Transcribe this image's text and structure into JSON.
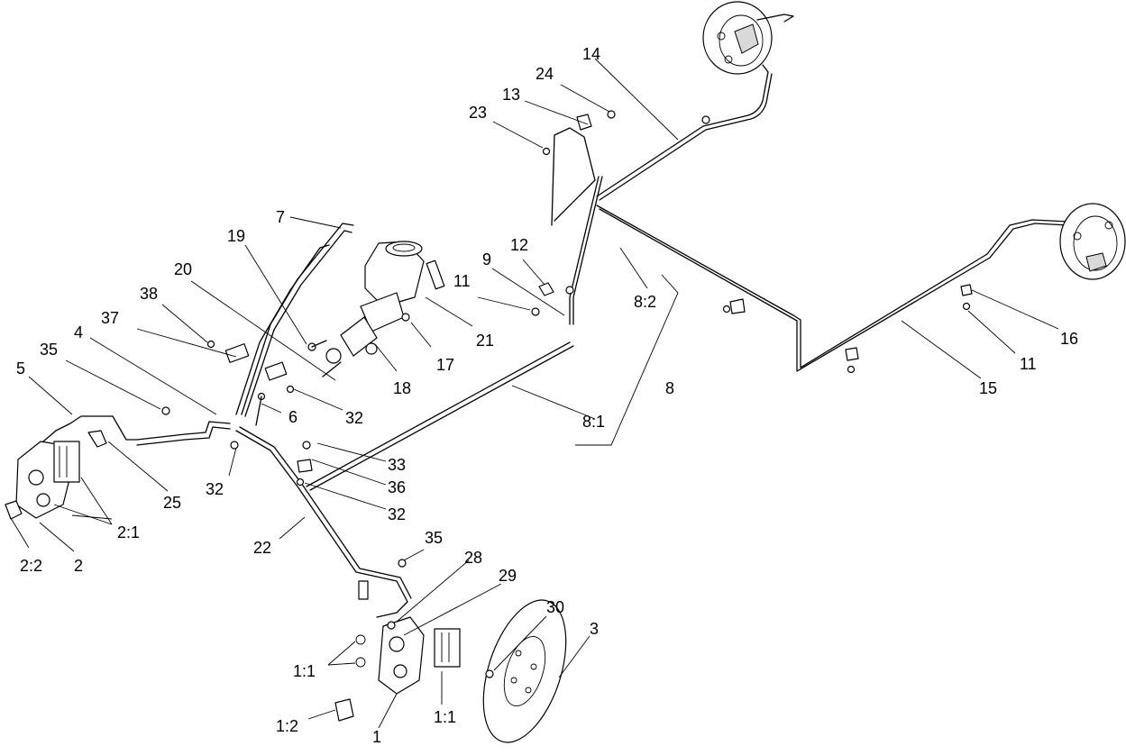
{
  "callouts": [
    {
      "id": "c14",
      "text": "14"
    },
    {
      "id": "c24",
      "text": "24"
    },
    {
      "id": "c13",
      "text": "13"
    },
    {
      "id": "c23",
      "text": "23"
    },
    {
      "id": "c7",
      "text": "7"
    },
    {
      "id": "c19",
      "text": "19"
    },
    {
      "id": "c12",
      "text": "12"
    },
    {
      "id": "c9",
      "text": "9"
    },
    {
      "id": "c20",
      "text": "20"
    },
    {
      "id": "c11a",
      "text": "11"
    },
    {
      "id": "c8_2",
      "text": "8:2"
    },
    {
      "id": "c38",
      "text": "38"
    },
    {
      "id": "c21",
      "text": "21"
    },
    {
      "id": "c37",
      "text": "37"
    },
    {
      "id": "c4",
      "text": "4"
    },
    {
      "id": "c17",
      "text": "17"
    },
    {
      "id": "c35a",
      "text": "35"
    },
    {
      "id": "c16",
      "text": "16"
    },
    {
      "id": "c11b",
      "text": "11"
    },
    {
      "id": "c5",
      "text": "5"
    },
    {
      "id": "c18",
      "text": "18"
    },
    {
      "id": "c8",
      "text": "8"
    },
    {
      "id": "c15",
      "text": "15"
    },
    {
      "id": "c6",
      "text": "6"
    },
    {
      "id": "c32a",
      "text": "32"
    },
    {
      "id": "c8_1",
      "text": "8:1"
    },
    {
      "id": "c33",
      "text": "33"
    },
    {
      "id": "c36",
      "text": "36"
    },
    {
      "id": "c32b",
      "text": "32"
    },
    {
      "id": "c25",
      "text": "25"
    },
    {
      "id": "c32c",
      "text": "32"
    },
    {
      "id": "c2_1",
      "text": "2:1"
    },
    {
      "id": "c2_2",
      "text": "2:2"
    },
    {
      "id": "c2",
      "text": "2"
    },
    {
      "id": "c22",
      "text": "22"
    },
    {
      "id": "c35b",
      "text": "35"
    },
    {
      "id": "c28",
      "text": "28"
    },
    {
      "id": "c29",
      "text": "29"
    },
    {
      "id": "c30",
      "text": "30"
    },
    {
      "id": "c3",
      "text": "3"
    },
    {
      "id": "c1_1a",
      "text": "1:1"
    },
    {
      "id": "c1_1b",
      "text": "1:1"
    },
    {
      "id": "c1_2",
      "text": "1:2"
    },
    {
      "id": "c1",
      "text": "1"
    }
  ]
}
